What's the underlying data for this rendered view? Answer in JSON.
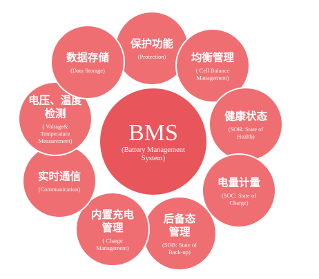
{
  "colors": {
    "petal": "#ee6e72",
    "petal_stroke": "#ffffff",
    "center": "#e8555b",
    "text": "#ffffff"
  },
  "center": {
    "title": "BMS",
    "subtitle_lines": [
      "(Battery Management",
      "System)"
    ]
  },
  "nodes": [
    {
      "id": "protection",
      "title_lines": [
        "保护功能"
      ],
      "sub_lines": [
        "(Protection)"
      ]
    },
    {
      "id": "cell-balance",
      "title_lines": [
        "均衡管理"
      ],
      "sub_lines": [
        "( Cell Balance",
        "Management)"
      ]
    },
    {
      "id": "soh",
      "title_lines": [
        "健康状态"
      ],
      "sub_lines": [
        "(SOH: State of",
        "Health)"
      ]
    },
    {
      "id": "soc",
      "title_lines": [
        "电量计量"
      ],
      "sub_lines": [
        "(SOC: State of",
        "Charge)"
      ]
    },
    {
      "id": "sob",
      "title_lines": [
        "后备态",
        "管理"
      ],
      "sub_lines": [
        "(SOB: State of",
        "Back-up)"
      ]
    },
    {
      "id": "charge",
      "title_lines": [
        "内置充电",
        "管理"
      ],
      "sub_lines": [
        "( Charge",
        "Management)"
      ]
    },
    {
      "id": "communication",
      "title_lines": [
        "实时通信"
      ],
      "sub_lines": [
        "(Communication)"
      ]
    },
    {
      "id": "voltage-temp",
      "title_lines": [
        "电压、温度",
        "检测"
      ],
      "sub_lines": [
        "( Voltage&",
        "Temperature",
        "Measurement)"
      ]
    },
    {
      "id": "data-storage",
      "title_lines": [
        "数据存储"
      ],
      "sub_lines": [
        "(Data Storage)"
      ]
    }
  ]
}
